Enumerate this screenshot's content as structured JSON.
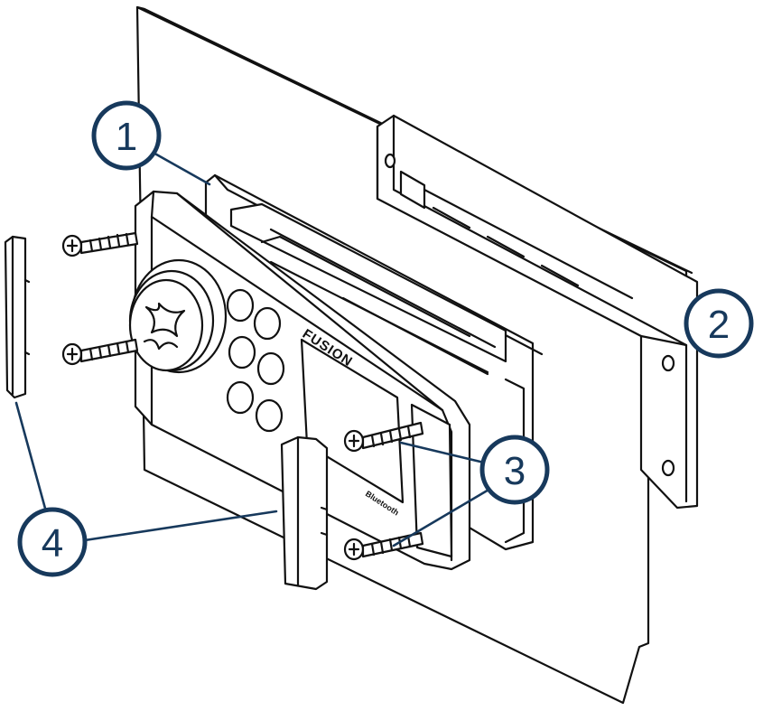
{
  "colors": {
    "line": "#111111",
    "callout": "#17395c",
    "fill": "#ffffff",
    "shade": "#e9e9e9"
  },
  "callouts": [
    {
      "id": "1",
      "label": "1"
    },
    {
      "id": "2",
      "label": "2"
    },
    {
      "id": "3",
      "label": "3"
    },
    {
      "id": "4",
      "label": "4"
    }
  ],
  "device": {
    "brand_logo": "FUSION",
    "bluetooth_mark": "Bluetooth"
  }
}
